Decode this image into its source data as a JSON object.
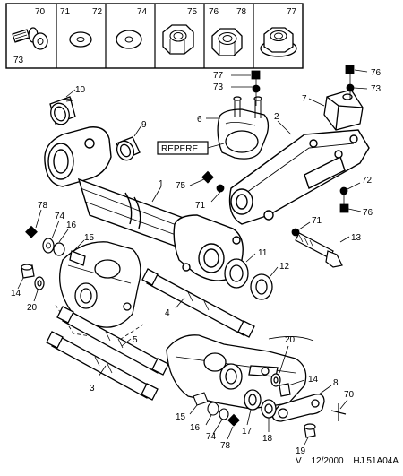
{
  "legend": {
    "cells": [
      {
        "codes": [
          "70",
          "73"
        ],
        "extra": "",
        "icon": "bolt-icon"
      },
      {
        "codes": [
          "71",
          "72"
        ],
        "extra": "",
        "icon": "washer-icon"
      },
      {
        "codes": [
          "74"
        ],
        "extra": "",
        "icon": "large-washer-icon"
      },
      {
        "codes": [
          "75"
        ],
        "extra": "",
        "icon": "nut-icon"
      },
      {
        "codes": [
          "76",
          "78"
        ],
        "extra": "",
        "icon": "nylon-nut-icon"
      },
      {
        "codes": [
          "77"
        ],
        "extra": "",
        "icon": "flange-nut-icon"
      }
    ],
    "row_labels": [
      "70",
      "71",
      "72",
      "73",
      "74",
      "75",
      "76",
      "78",
      "77"
    ]
  },
  "callouts": {
    "c10": "10",
    "c9": "9",
    "c6": "6",
    "c2": "2",
    "c7": "7",
    "c1": "1",
    "c3": "3",
    "c4": "4",
    "c5": "5",
    "c8": "8",
    "c11": "11",
    "c12": "12",
    "c13": "13",
    "c14a": "14",
    "c14b": "14",
    "c15a": "15",
    "c15b": "15",
    "c16a": "16",
    "c16b": "16",
    "c17": "17",
    "c18": "18",
    "c19": "19",
    "c20a": "20",
    "c20b": "20",
    "c70": "70",
    "c71a": "71",
    "c71b": "71",
    "c72": "72",
    "c73a": "73",
    "c73b": "73",
    "c74a": "74",
    "c74b": "74",
    "c75": "75",
    "c76a": "76",
    "c76b": "76",
    "c77": "77",
    "c78a": "78",
    "c78b": "78",
    "repere": "REPERE"
  },
  "footer": {
    "version": "V",
    "date": "12/2000",
    "ref": "HJ 51A04A"
  }
}
